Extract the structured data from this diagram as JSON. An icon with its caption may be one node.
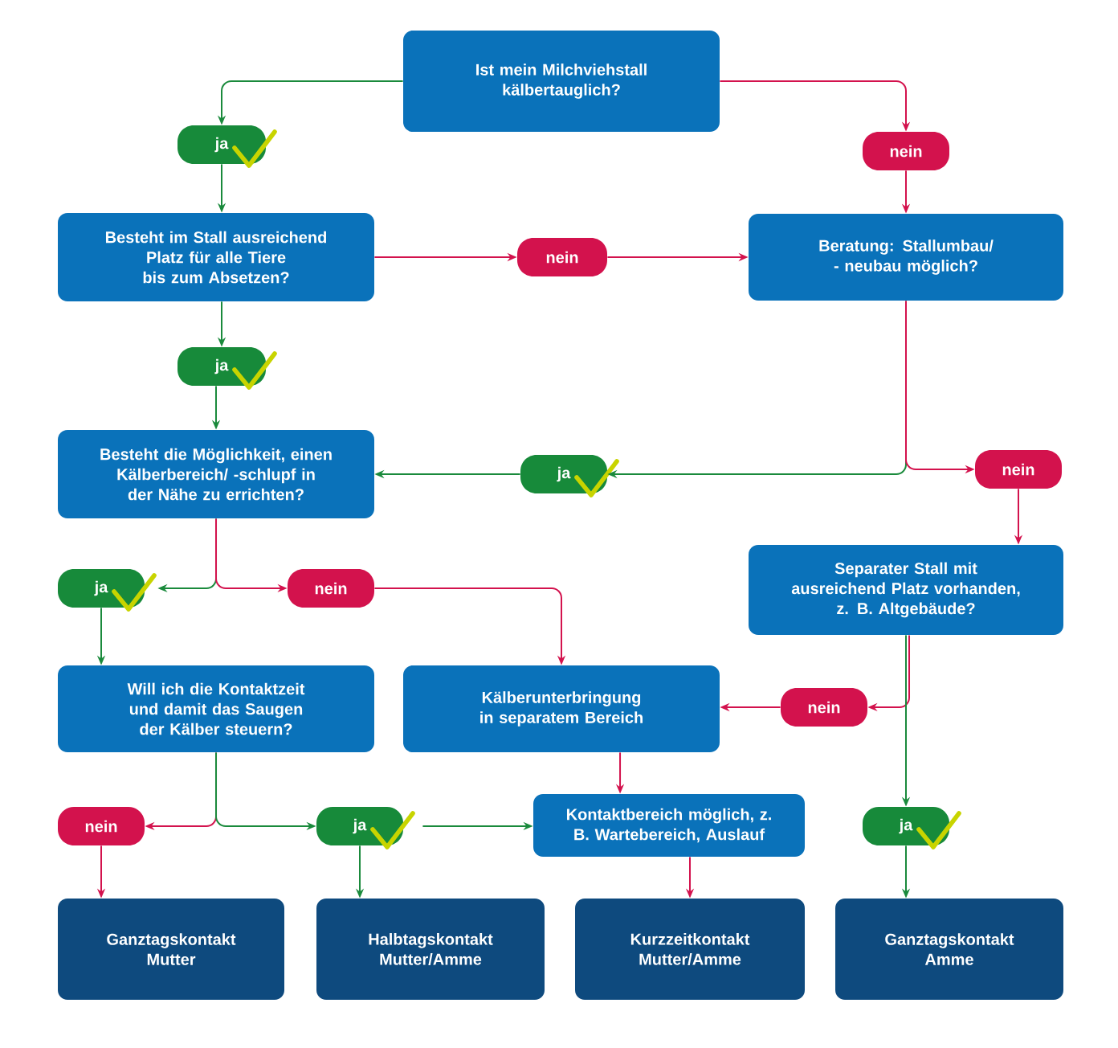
{
  "diagram": {
    "nodes": [
      {
        "text": [
          "Ist mein Milchviehstall kälbertauglich?"
        ]
      },
      {
        "text": [
          "ja"
        ]
      },
      {
        "text": [
          "nein"
        ]
      },
      {
        "text": [
          "Besteht im Stall ausreichend Platz für alle Tiere bis zum Absetzen?"
        ]
      },
      {
        "text": [
          "nein"
        ]
      },
      {
        "text": [
          "Beratung: Stallumbau/ - neubau möglich?"
        ]
      },
      {
        "text": [
          "ja"
        ]
      },
      {
        "text": [
          "Besteht die Möglichkeit, einen Kälberbereich/ -schlupf in der Nähe zu errichten?"
        ]
      },
      {
        "text": [
          "ja"
        ]
      },
      {
        "text": [
          "nein"
        ]
      },
      {
        "text": [
          "Separater Stall mit ausreichend Platz vorhanden, z. B. Altgebäude?"
        ]
      },
      {
        "text": [
          "ja"
        ]
      },
      {
        "text": [
          "nein"
        ]
      },
      {
        "text": [
          "Will ich die Kontaktzeit und damit das Saugen der Kälber steuern?"
        ]
      },
      {
        "text": [
          "Kälberunterbringung in separatem Bereich"
        ]
      },
      {
        "text": [
          "nein"
        ]
      },
      {
        "text": [
          "nein"
        ]
      },
      {
        "text": [
          "ja"
        ]
      },
      {
        "text": [
          "Kontaktbereich möglich, z. B. Wartebereich, Auslauf"
        ]
      },
      {
        "text": [
          "ja"
        ]
      },
      {
        "text": [
          "Ganztagskontakt Mutter"
        ]
      },
      {
        "text": [
          "Halbtagskontakt Mutter/Amme"
        ]
      },
      {
        "text": [
          "Kurzzeitkontakt Mutter/Amme"
        ]
      },
      {
        "text": [
          "Ganztagskontakt Amme"
        ]
      }
    ],
    "edges": [
      {
        "from": 0,
        "to": 1,
        "arrow": "to",
        "color": "#1a8a3c"
      },
      {
        "from": 0,
        "to": 2,
        "arrow": "to"
      },
      {
        "from": 1,
        "to": 3,
        "arrow": "to",
        "color": "#1a8a3c"
      },
      {
        "from": 3,
        "to": 4,
        "arrow": "to"
      },
      {
        "from": 4,
        "to": 5,
        "arrow": "to"
      },
      {
        "from": 2,
        "to": 5,
        "arrow": "to"
      },
      {
        "from": 3,
        "to": 6,
        "arrow": "to",
        "color": "#1a8a3c"
      },
      {
        "from": 6,
        "to": 7,
        "arrow": "to",
        "color": "#1a8a3c"
      },
      {
        "from": 5,
        "to": 8,
        "arrow": "to",
        "color": "#1a8a3c"
      },
      {
        "from": 5,
        "to": 9,
        "arrow": "to"
      },
      {
        "from": 9,
        "to": 10,
        "arrow": "to"
      },
      {
        "from": 8,
        "to": 7,
        "arrow": "to",
        "color": "#1a8a3c"
      },
      {
        "from": 7,
        "to": 11,
        "arrow": "to",
        "color": "#1a8a3c"
      },
      {
        "from": 7,
        "to": 12,
        "arrow": "to"
      },
      {
        "from": 11,
        "to": 13,
        "arrow": "to",
        "color": "#1a8a3c"
      },
      {
        "from": 12,
        "to": 14,
        "arrow": "to"
      },
      {
        "from": 10,
        "to": 15,
        "arrow": "to"
      },
      {
        "from": 15,
        "to": 14,
        "arrow": "to"
      },
      {
        "from": 10,
        "to": 19,
        "arrow": "to",
        "color": "#1a8a3c"
      },
      {
        "from": 13,
        "to": 16,
        "arrow": "to"
      },
      {
        "from": 13,
        "to": 17,
        "arrow": "to",
        "color": "#1a8a3c"
      },
      {
        "from": 17,
        "to": 18,
        "arrow": "to",
        "color": "#1a8a3c"
      },
      {
        "from": 14,
        "to": 18,
        "arrow": "to"
      },
      {
        "from": 16,
        "to": 20,
        "arrow": "to"
      },
      {
        "from": 17,
        "to": 21,
        "arrow": "to",
        "color": "#1a8a3c"
      },
      {
        "from": 18,
        "to": 22,
        "arrow": "to"
      },
      {
        "from": 19,
        "to": 23,
        "arrow": "to",
        "color": "#1a8a3c"
      }
    ]
  }
}
